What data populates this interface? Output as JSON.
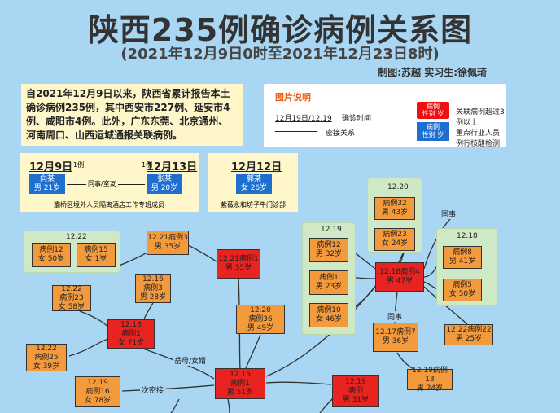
{
  "title": "陕西235例确诊病例关系图",
  "subtitle": "(2021年12月9日0时至2021年12月23日8时)",
  "credits": "制图:苏越    实习生:徐佩琦",
  "intro": "自2021年12月9日以来，陕西省累计报告本土确诊病例235例，其中西安市227例、延安市4例、咸阳市4例。此外，广东东莞、北京通州、河南周口、山西运城通报关联病例。",
  "legend": {
    "title": "图片说明",
    "confirm_date_sample": "12月19日/12.19",
    "confirm_date_label": "确诊时间",
    "red_box_line1": "病例",
    "red_box_line2": "性别 岁",
    "red_box_desc": "关联病例超过3例以上",
    "line_desc": "密接关系",
    "blue_box_line1": "病例",
    "blue_box_line2": "性别 岁",
    "blue_box_desc": "重点行业人员例行核酸检测"
  },
  "card1": {
    "date_a": "12月9日",
    "date_a_note": "1例",
    "date_b": "12月13日",
    "date_b_note": "1例",
    "case_a_name": "向某",
    "case_a_info": "男 21岁",
    "case_b_name": "张某",
    "case_b_info": "男 20岁",
    "relation": "同事/室友",
    "footer": "灞桥区境外人员隔离酒店工作专班成员"
  },
  "card2": {
    "date": "12月12日",
    "case_name": "郭某",
    "case_info": "女 26岁",
    "footer": "紫薇永和坊子牛门诊部"
  },
  "groups": {
    "g1222": "12.22",
    "g1219": "12.19",
    "g1220": "12.20",
    "g1218": "12.18"
  },
  "boxes": {
    "b12": {
      "name": "病例12",
      "info": "女 50岁"
    },
    "b15": {
      "name": "病例15",
      "info": "女 1岁"
    },
    "b3": {
      "date": "12.21病例3",
      "info": "男 35岁"
    },
    "b1221r": {
      "date": "12.21病例1",
      "info": "男 35岁"
    },
    "b23": {
      "date": "12.22",
      "name": "病例23",
      "info": "女 58岁"
    },
    "b16a": {
      "date": "12.16",
      "name": "病例3",
      "info": "男 28岁"
    },
    "b18r": {
      "date": "12.18",
      "name": "病例1",
      "info": "女 71岁"
    },
    "b25": {
      "date": "12.22",
      "name": "病例25",
      "info": "女 39岁"
    },
    "b16o": {
      "date": "12.19",
      "name": "病例16",
      "info": "女 78岁"
    },
    "b36": {
      "date": "12.20",
      "name": "病例36",
      "info": "男 49岁"
    },
    "bc": {
      "date": "12.15",
      "name": "病例1",
      "info": "男 51岁"
    },
    "b19r": {
      "date": "12.19",
      "name": "病例",
      "info": "男 31岁"
    },
    "g19a": {
      "name": "病例12",
      "info": "男 32岁"
    },
    "g19b": {
      "name": "病例1",
      "info": "男 23岁"
    },
    "g19c": {
      "name": "病例10",
      "info": "女 46岁"
    },
    "g20a": {
      "name": "病例32",
      "info": "男 43岁"
    },
    "g20b": {
      "name": "病例23",
      "info": "女 24岁"
    },
    "b18hub": {
      "date": "12.18病例4",
      "info": "男 47岁"
    },
    "g18a": {
      "name": "病例8",
      "info": "男 41岁"
    },
    "g18b": {
      "name": "病例5",
      "info": "女 50岁"
    },
    "b7": {
      "date": "12.17病例7",
      "info": "男 36岁"
    },
    "b22": {
      "date": "12.22病例22",
      "info": "男 25岁"
    },
    "b13": {
      "date": "12.19病例13",
      "info": "男 24岁"
    }
  },
  "labels": {
    "colleague1": "同事",
    "colleague2": "同事",
    "inlaw": "岳母/女婿",
    "secondary": "次密接"
  }
}
